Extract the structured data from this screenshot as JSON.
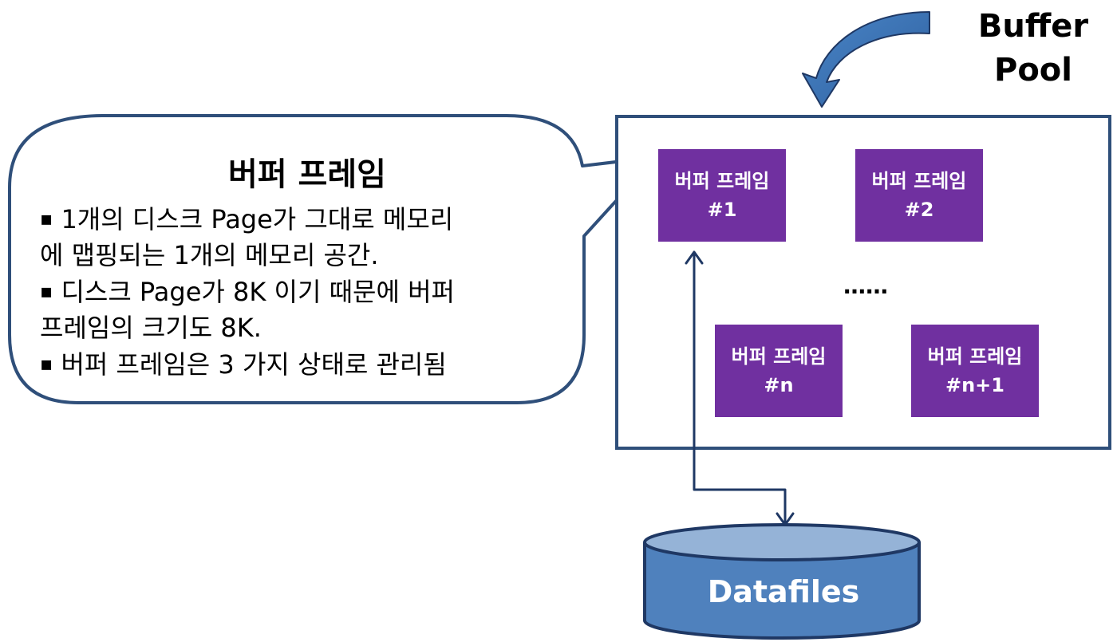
{
  "callout": {
    "title": "버퍼 프레임",
    "lines": [
      {
        "bullet": "▪",
        "text": " 1개의 디스크 Page가 그대로 메모리"
      },
      {
        "bullet": "",
        "text": "에 맵핑되는 1개의 메모리 공간."
      },
      {
        "bullet": "▪",
        "text": " 디스크 Page가 8K 이기 때문에 버퍼"
      },
      {
        "bullet": "",
        "text": "프레임의 크기도 8K."
      },
      {
        "bullet": "▪",
        "text": " 버퍼 프레임은 3 가지 상태로 관리됨"
      }
    ]
  },
  "buffer_pool": {
    "title_line1": "Buffer",
    "title_line2": "Pool",
    "frames": [
      {
        "name": "버퍼 프레임",
        "id": "#1"
      },
      {
        "name": "버퍼 프레임",
        "id": "#2"
      },
      {
        "name": "버퍼 프레임",
        "id": "#n"
      },
      {
        "name": "버퍼 프레임",
        "id": "#n+1"
      }
    ],
    "ellipsis": "……"
  },
  "datafiles": {
    "label": "Datafiles"
  },
  "colors": {
    "frame_fill": "#7030a0",
    "frame_text": "#ffffff",
    "outline": "#1f3864",
    "pool_border": "#2f4f7a",
    "cylinder_body": "#4f81bd",
    "cylinder_top": "#95b3d7",
    "cylinder_edge": "#1f3864",
    "curved_arrow_fill": "#3a72b8",
    "curved_arrow_edge": "#1f3864"
  }
}
